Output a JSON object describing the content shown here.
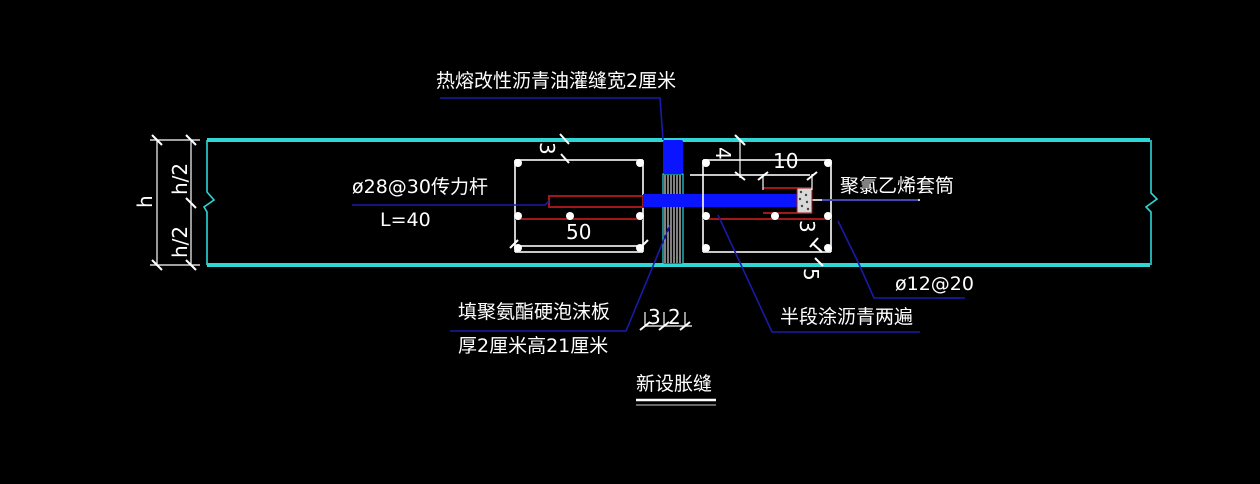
{
  "drawing": {
    "title": "新设胀缝",
    "background": "#000000",
    "colors": {
      "slab_outline": "#2fd6d6",
      "sealant_fill": "#0a14ff",
      "leader_lines": "#1a1aa8",
      "dowel_bars": "#a01818",
      "rebar": "#c8c8c8",
      "text": "#ffffff"
    },
    "labels": {
      "sealant": "热熔改性沥青油灌缝宽2厘米",
      "dowel_spec": "ø28@30传力杆",
      "dowel_length": "L=40",
      "pvc_sleeve": "聚氯乙烯套筒",
      "rebar_spec": "ø12@20",
      "half_asphalt": "半段涂沥青两遍",
      "filler_line1": "填聚氨酯硬泡沫板",
      "filler_line2": "厚2厘米高21厘米"
    },
    "dimensions": {
      "slab_height": "h",
      "half_height_top": "h/2",
      "half_height_bottom": "h/2",
      "left_cover_top": "3",
      "left_cage_length": "50",
      "right_cover_top": "4",
      "sleeve_length": "10",
      "right_cover_bottom": "3",
      "right_offset_bottom": "5",
      "joint_dim_a": "3",
      "joint_dim_b": "2"
    }
  }
}
